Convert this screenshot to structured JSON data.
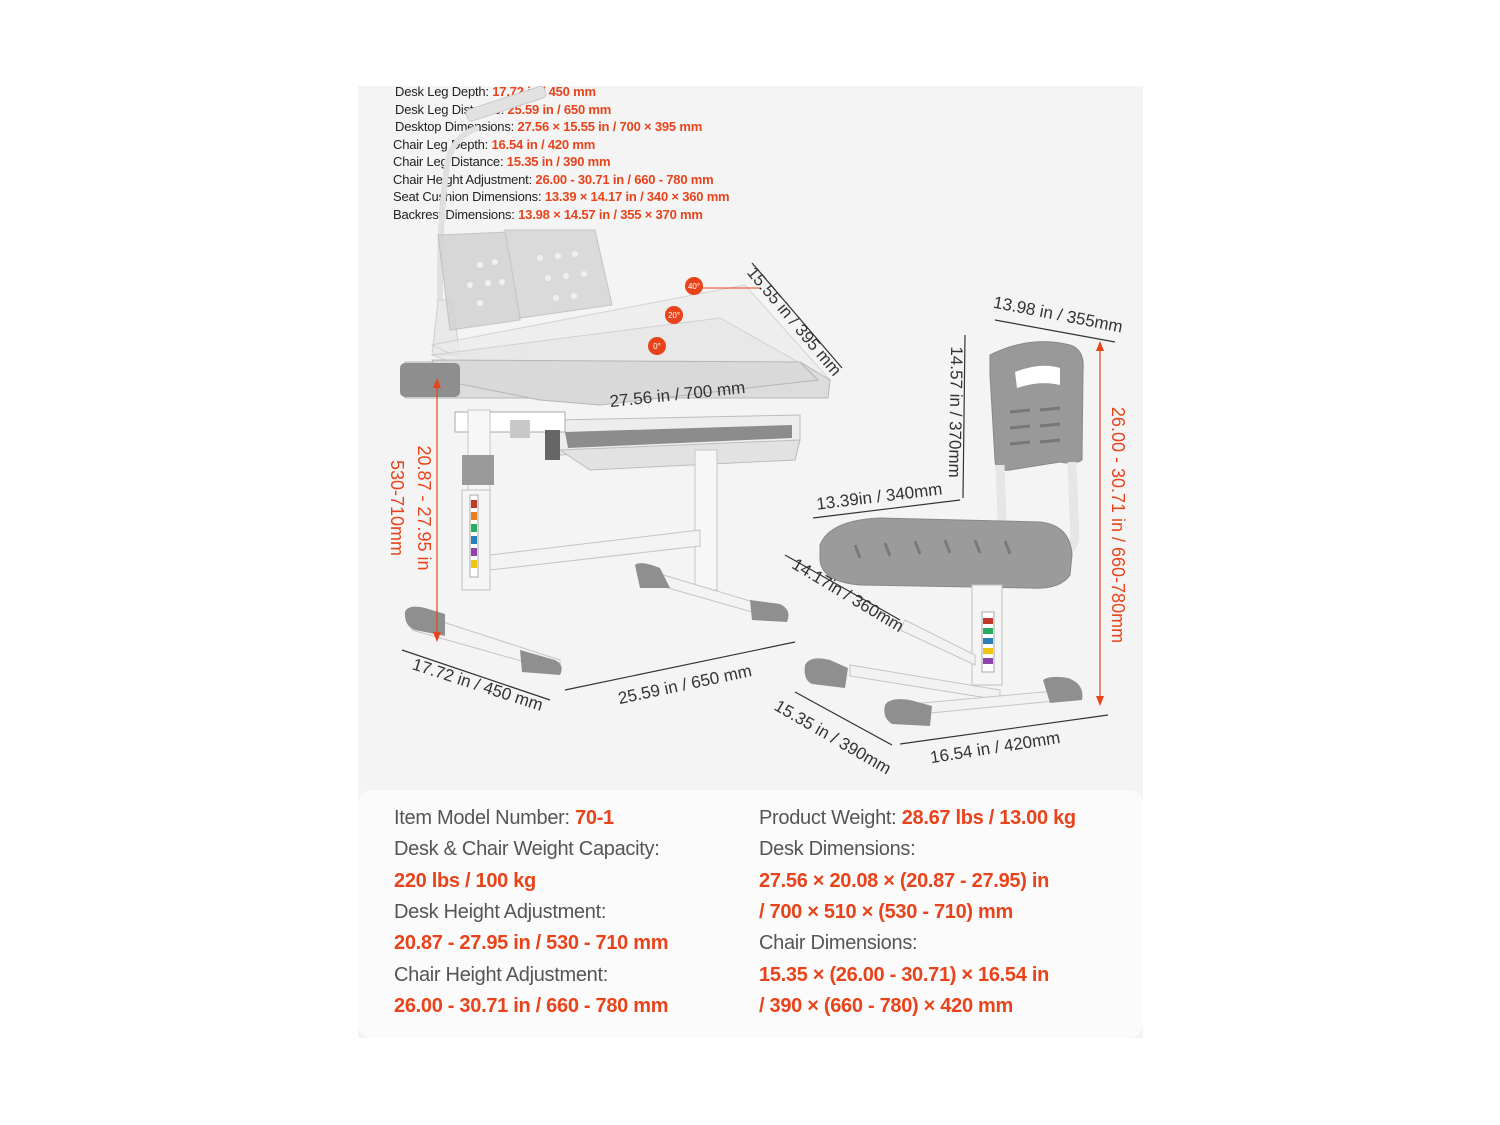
{
  "specs": [
    {
      "label": "Desk Leg Depth:",
      "value": "17.72 in / 450 mm"
    },
    {
      "label": "Desk Leg Distance:",
      "value": "25.59 in / 650 mm"
    },
    {
      "label": "Desktop Dimensions:",
      "value": "27.56 × 15.55 in / 700 × 395 mm"
    },
    {
      "label": "Chair Leg Depth:",
      "value": "16.54 in / 420 mm"
    },
    {
      "label": "Chair Leg Distance:",
      "value": "15.35 in / 390 mm"
    },
    {
      "label": "Chair Height Adjustment:",
      "value": "26.00 - 30.71 in / 660 - 780 mm"
    },
    {
      "label": "Seat Cushion Dimensions:",
      "value": "13.39 × 14.17 in / 340 × 360 mm"
    },
    {
      "label": "Backrest Dimensions:",
      "value": "13.98 × 14.57 in / 355 × 370 mm"
    }
  ],
  "diagram": {
    "desktop_depth": "15.55 in / 395 mm",
    "desktop_width": "27.56 in / 700 mm",
    "angle_40": "40°",
    "angle_20": "20°",
    "angle_0": "0°",
    "desk_height_in": "20.87 - 27.95 in",
    "desk_height_mm": "530-710mm",
    "desk_leg_depth": "17.72 in / 450 mm",
    "desk_leg_distance": "25.59 in / 650 mm",
    "backrest_width": "13.98 in / 355mm",
    "backrest_height": "14.57 in / 370mm",
    "seat_width": "13.39in / 340mm",
    "seat_depth": "14.17in / 360mm",
    "chair_height": "26.00 - 30.71 in / 660-780mm",
    "chair_leg_distance": "15.35 in / 390mm",
    "chair_leg_depth": "16.54 in / 420mm"
  },
  "info": {
    "model_label": "Item Model Number:",
    "model_value": "70-1",
    "capacity_label": "Desk & Chair Weight Capacity:",
    "capacity_value": "220 lbs / 100 kg",
    "desk_height_label": "Desk Height Adjustment:",
    "desk_height_value": "20.87 - 27.95 in / 530 - 710 mm",
    "chair_height_label": "Chair Height Adjustment:",
    "chair_height_value": "26.00 - 30.71 in / 660 - 780 mm",
    "weight_label": "Product Weight:",
    "weight_value": "28.67 lbs / 13.00 kg",
    "desk_dims_label": "Desk Dimensions:",
    "desk_dims_line1": "27.56 × 20.08 × (20.87 - 27.95) in",
    "desk_dims_line2": "/ 700 × 510 × (530 - 710) mm",
    "chair_dims_label": "Chair Dimensions:",
    "chair_dims_line1": "15.35 × (26.00 - 30.71) × 16.54 in",
    "chair_dims_line2": "/ 390 × (660 - 780) × 420 mm"
  }
}
